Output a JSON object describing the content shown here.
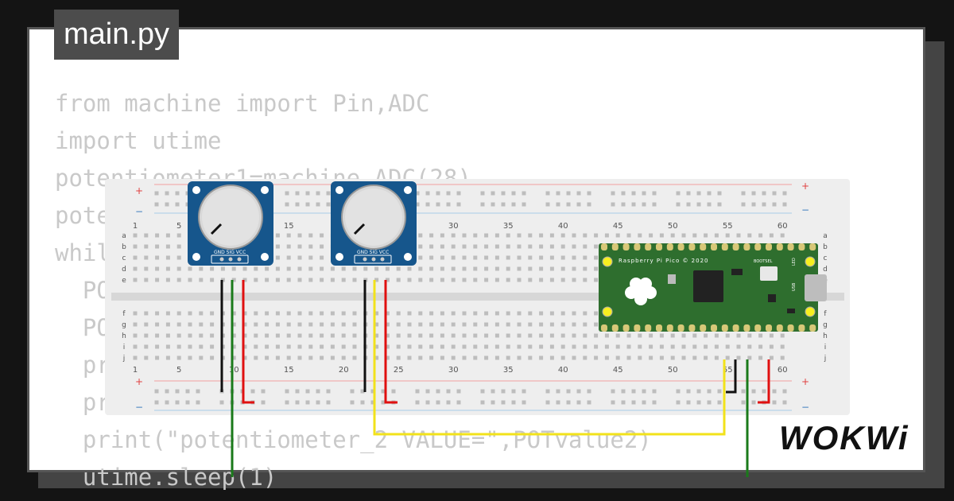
{
  "file_tab": {
    "label": "main.py"
  },
  "code_lines": [
    "from machine import Pin,ADC",
    "import utime",
    "potentiometer1=machine.ADC(28)",
    "potentiometer2=machine.ADC(27)",
    "while True:",
    "  POTvalue1=potentiometer1.read_u16()",
    "  POTvalue2=potentiometer2.read_u16()",
    "  print(\"potentiometer_1 VALUE=\",POTvalue1)",
    "  print(\"potentiometer\")",
    "  print(\"potentiometer_2 VALUE=\",POTvalue2)",
    "  utime.sleep(1)"
  ],
  "breadboard": {
    "column_numbers": [
      "1",
      "5",
      "10",
      "15",
      "20",
      "25",
      "30",
      "35",
      "40",
      "45",
      "50",
      "55",
      "60"
    ],
    "rows_top": [
      "a",
      "b",
      "c",
      "d",
      "e"
    ],
    "rows_bottom": [
      "f",
      "g",
      "h",
      "i",
      "j"
    ],
    "plus": "+",
    "minus": "−"
  },
  "potentiometer": {
    "pin_label": "GND SIG VCC"
  },
  "pico": {
    "title": "Raspberry Pi Pico © 2020",
    "bootsel": "BOOTSEL",
    "usb": "USB",
    "led": "LED"
  },
  "logo": {
    "text": "WOKWi"
  },
  "colors": {
    "wire_black": "#111111",
    "wire_green": "#1a7a1a",
    "wire_red": "#e01010",
    "wire_yellow": "#f2e21a",
    "pot_blue": "#16568c",
    "pico_green": "#2e6e2e"
  }
}
